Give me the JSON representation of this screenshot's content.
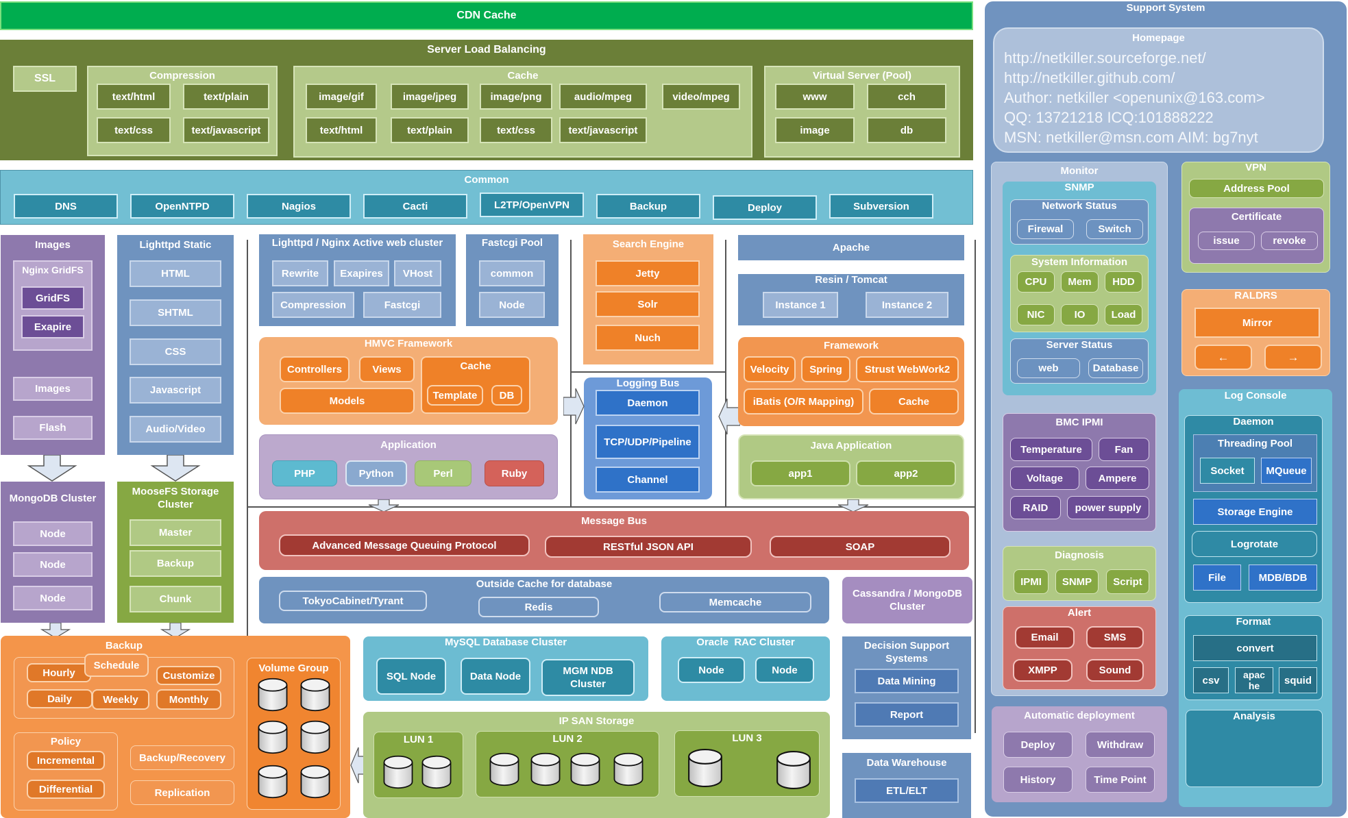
{
  "cdn": {
    "title": "CDN Cache"
  },
  "slb": {
    "title": "Server Load Balancing",
    "ssl": "SSL",
    "compression": {
      "title": "Compression",
      "items": [
        "text/html",
        "text/plain",
        "text/css",
        "text/javascript"
      ]
    },
    "cache": {
      "title": "Cache",
      "items": [
        "image/gif",
        "image/jpeg",
        "image/png",
        "audio/mpeg",
        "video/mpeg",
        "text/html",
        "text/plain",
        "text/css",
        "text/javascript"
      ]
    },
    "virtual_server": {
      "title": "Virtual Server (Pool)",
      "items": [
        "www",
        "cch",
        "image",
        "db"
      ]
    }
  },
  "common": {
    "title": "Common",
    "items": [
      "DNS",
      "OpenNTPD",
      "Nagios",
      "Cacti",
      "L2TP/OpenVPN",
      "Backup",
      "Deploy",
      "Subversion"
    ]
  },
  "images": {
    "title": "Images",
    "gridfs": {
      "title": "Nginx GridFS",
      "items": [
        "GridFS",
        "Exapire"
      ]
    },
    "items": [
      "Images",
      "Flash"
    ]
  },
  "lighttpd_static": {
    "title": "Lighttpd Static",
    "items": [
      "HTML",
      "SHTML",
      "CSS",
      "Javascript",
      "Audio/Video"
    ]
  },
  "active_web": {
    "title": "Lighttpd / Nginx Active web cluster",
    "items": [
      "Rewrite",
      "Exapires",
      "VHost",
      "Compression",
      "Fastcgi"
    ]
  },
  "fastcgi_pool": {
    "title": "Fastcgi Pool",
    "items": [
      "common",
      "Node"
    ]
  },
  "search_engine": {
    "title": "Search Engine",
    "items": [
      "Jetty",
      "Solr",
      "Nuch"
    ]
  },
  "apache": {
    "title": "Apache"
  },
  "resin": {
    "title": "Resin / Tomcat",
    "items": [
      "Instance 1",
      "Instance 2"
    ]
  },
  "hmvc": {
    "title": "HMVC Framework",
    "controllers": "Controllers",
    "views": "Views",
    "models": "Models",
    "cache": {
      "title": "Cache",
      "items": [
        "Template",
        "DB"
      ]
    }
  },
  "logging_bus": {
    "title": "Logging Bus",
    "items": [
      "Daemon",
      "TCP/UDP/Pipeline",
      "Channel"
    ]
  },
  "java_framework": {
    "title": "Framework",
    "items": [
      "Velocity",
      "Spring",
      "Strust WebWork2",
      "iBatis (O/R Mapping)",
      "Cache"
    ]
  },
  "application": {
    "title": "Application",
    "items": [
      "PHP",
      "Python",
      "Perl",
      "Ruby"
    ]
  },
  "java_app": {
    "title": "Java Application",
    "items": [
      "app1",
      "app2"
    ]
  },
  "mongodb": {
    "title": "MongoDB Cluster",
    "items": [
      "Node",
      "Node",
      "Node"
    ]
  },
  "moosefs": {
    "title": "MooseFS Storage Cluster",
    "items": [
      "Master",
      "Backup",
      "Chunk"
    ]
  },
  "message_bus": {
    "title": "Message Bus",
    "items": [
      "Advanced Message Queuing Protocol",
      "RESTful JSON API",
      "SOAP"
    ]
  },
  "outside_cache": {
    "title": "Outside Cache for database",
    "items": [
      "TokyoCabinet/Tyrant",
      "Redis",
      "Memcache"
    ]
  },
  "cassandra": {
    "title": "Cassandra / MongoDB Cluster"
  },
  "backup": {
    "title": "Backup",
    "schedule": {
      "title": "Schedule",
      "items": [
        "Hourly",
        "Customize",
        "Daily",
        "Weekly",
        "Monthly"
      ]
    },
    "policy": {
      "title": "Policy",
      "items": [
        "Incremental",
        "Differential"
      ]
    },
    "actions": [
      "Backup/Recovery",
      "Replication"
    ],
    "volume_group": {
      "title": "Volume Group",
      "disks": 6
    }
  },
  "mysql": {
    "title": "MySQL Database Cluster",
    "items": [
      "SQL Node",
      "Data Node",
      "MGM NDB Cluster"
    ]
  },
  "oracle": {
    "title": "Oracle  RAC Cluster",
    "items": [
      "Node",
      "Node"
    ]
  },
  "ipsan": {
    "title": "IP SAN Storage",
    "luns": [
      {
        "name": "LUN 1",
        "disks": 2
      },
      {
        "name": "LUN 2",
        "disks": 4
      },
      {
        "name": "LUN 3",
        "disks": 2
      }
    ]
  },
  "dss": {
    "title": "Decision Support Systems",
    "items": [
      "Data Mining",
      "Report"
    ]
  },
  "dw": {
    "title": "Data Warehouse",
    "items": [
      "ETL/ELT"
    ]
  },
  "support": {
    "title": "Support System",
    "homepage": {
      "title": "Homepage",
      "lines": [
        "http://netkiller.sourceforge.net/",
        "http://netkiller.github.com/",
        "Author: netkiller <openunix@163.com>",
        "QQ: 13721218 ICQ:101888222",
        "MSN: netkiller@msn.com AIM: bg7nyt"
      ]
    },
    "monitor": {
      "title": "Monitor",
      "snmp": {
        "title": "SNMP",
        "network_status": {
          "title": "Network Status",
          "items": [
            "Firewal",
            "Switch"
          ]
        },
        "system_info": {
          "title": "System Information",
          "items": [
            "CPU",
            "Mem",
            "HDD",
            "NIC",
            "IO",
            "Load"
          ]
        },
        "server_status": {
          "title": "Server Status",
          "items": [
            "web",
            "Database"
          ]
        }
      },
      "bmc_ipmi": {
        "title": "BMC IPMI",
        "items": [
          "Temperature",
          "Fan",
          "Voltage",
          "Ampere",
          "RAID",
          "power supply"
        ]
      },
      "diagnosis": {
        "title": "Diagnosis",
        "items": [
          "IPMI",
          "SNMP",
          "Script"
        ]
      },
      "alert": {
        "title": "Alert",
        "items": [
          "Email",
          "SMS",
          "XMPP",
          "Sound"
        ]
      }
    },
    "vpn": {
      "title": "VPN",
      "address_pool": "Address Pool",
      "certificate": {
        "title": "Certificate",
        "items": [
          "issue",
          "revoke"
        ]
      }
    },
    "raldrs": {
      "title": "RALDRS",
      "mirror": "Mirror",
      "left": "←",
      "right": "→"
    },
    "log_console": {
      "title": "Log Console",
      "daemon": {
        "title": "Daemon",
        "threading_pool": {
          "title": "Threading Pool",
          "items": [
            "Socket",
            "MQueue"
          ]
        },
        "storage_engine": "Storage Engine",
        "logrotate": "Logrotate",
        "items": [
          "File",
          "MDB/BDB"
        ]
      },
      "format": {
        "title": "Format",
        "convert": "convert",
        "items": [
          "csv",
          "apache",
          "squid"
        ]
      },
      "analysis": {
        "title": "Analysis"
      }
    },
    "auto_deploy": {
      "title": "Automatic deployment",
      "items": [
        "Deploy",
        "Withdraw",
        "History",
        "Time Point"
      ]
    }
  }
}
